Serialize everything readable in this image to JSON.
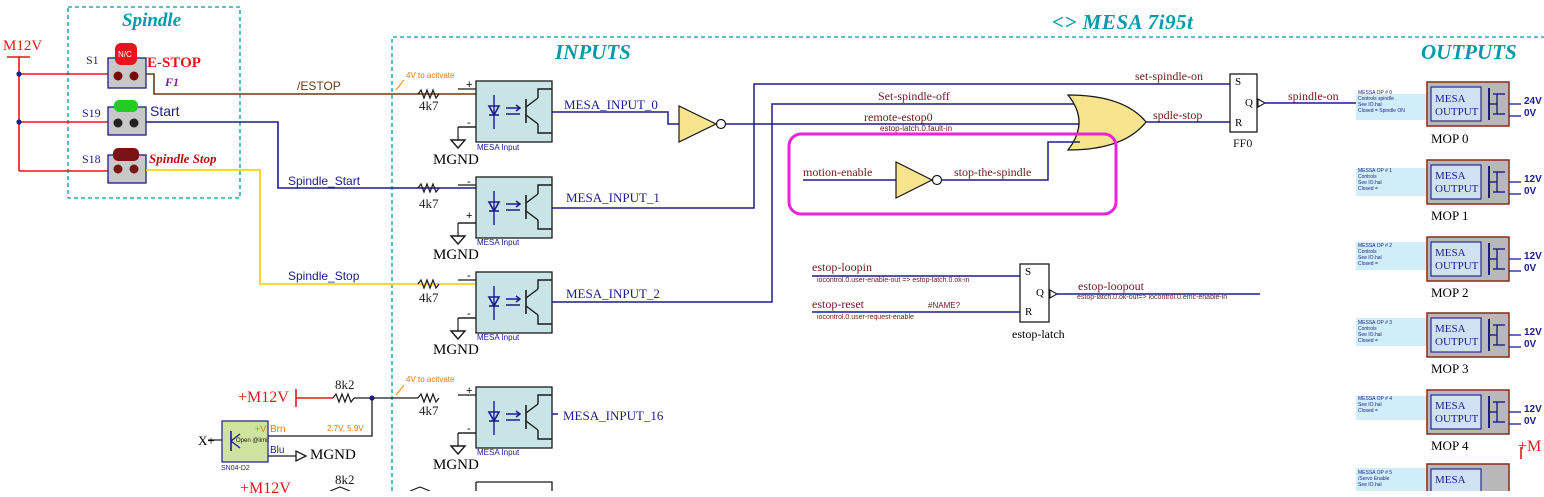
{
  "headings": {
    "spindle": "Spindle",
    "mesa": "<> MESA 7i95t",
    "inputs": "INPUTS",
    "outputs": "OUTPUTS"
  },
  "power": {
    "m12v": "M12V",
    "plus_m12v": "+M12V",
    "plus_m12v_2": "+M12V",
    "plus_m_partial": "+M"
  },
  "switches": {
    "s1": "S1",
    "s1_badge": "N/C",
    "s19": "S19",
    "s18": "S18",
    "estop_label": "E-STOP",
    "f1": "F1",
    "start_label": "Start",
    "spindle_stop_label": "Spindle Stop"
  },
  "nets": {
    "estop": "/ESTOP",
    "spindle_start": "Spindle_Start",
    "spindle_stop": "Spindle_Stop",
    "note_activate_1": "4V to acitvate",
    "note_activate_2": "4V to acitvate",
    "note_27v": "2.7V, 5.9V"
  },
  "resistors": {
    "r1": "4k7",
    "r2": "4k7",
    "r3": "4k7",
    "r4": "4k7",
    "r_8k2": "8k2",
    "r_8k2_b": "8k2"
  },
  "optos": {
    "caption": "MESA Input",
    "mgnd": "MGND",
    "plus": "+",
    "minus": "-",
    "signals": [
      "MESA_INPUT_0",
      "MESA_INPUT_1",
      "MESA_INPUT_2",
      "MESA_INPUT_16"
    ]
  },
  "sensor": {
    "xplus": "X+",
    "v_plus": "+V",
    "brn": "Brn",
    "blu": "Blu",
    "inner": "Open @limit",
    "part": "SN04-D2",
    "mgnd": "MGND"
  },
  "logic": {
    "set_spindle_on": "set-spindle-on",
    "set_spindle_off": "Set-spindle-off",
    "remote_estop0": "remote-estop0",
    "estop_fault": "estop-latch.0.fault-in",
    "spdle_stop": "spdle-stop",
    "spindle_on": "spindle-on",
    "ff0": "FF0",
    "s": "S",
    "q": "Q",
    "r": "R",
    "motion_enable": "motion-enable",
    "stop_the_spindle": "stop-the-spindle",
    "estop_loopin": "estop-loopin",
    "loopin_note": "iocontrol.0.user-enable-out => estop-latch.0.ok-in",
    "estop_reset": "estop-reset",
    "name_err": "#NAME?",
    "reset_note": "iocontrol.0.user-request-enable",
    "estop_loopout": "estop-loopout",
    "loopout_note": "estop-latch.0.ok-out=> iocontrol.0.emc-enable-in",
    "estop_latch": "estop-latch"
  },
  "outputs": {
    "box_line1": "MESA",
    "box_line2": "OUTPUT",
    "items": [
      {
        "label": "MOP 0",
        "volt1": "24V",
        "volt2": "0V",
        "note": [
          "MESSA OP # 0",
          "Controls spindle",
          "See IO.hal",
          "Closed = Spindle ON"
        ]
      },
      {
        "label": "MOP 1",
        "volt1": "12V",
        "volt2": "0V",
        "note": [
          "MESSA OP # 1",
          "Controls",
          "See IO.hal",
          "Closed ="
        ]
      },
      {
        "label": "MOP 2",
        "volt1": "12V",
        "volt2": "0V",
        "note": [
          "MESSA OP # 2",
          "Controls",
          "See IO.hal",
          "Closed ="
        ]
      },
      {
        "label": "MOP 3",
        "volt1": "12V",
        "volt2": "0V",
        "note": [
          "MESSA OP # 3",
          "Controls",
          "See IO.hal",
          "Closed ="
        ]
      },
      {
        "label": "MOP 4",
        "volt1": "12V",
        "volt2": "0V",
        "note": [
          "MESSA OP # 4",
          "See IO.hal",
          "Closed ="
        ]
      },
      {
        "label": "",
        "volt1": "",
        "volt2": "",
        "note": [
          "MESSA OP # 5",
          "/Servo Enable",
          "See IO.hal"
        ]
      }
    ]
  },
  "colors": {
    "red": "#e8141b",
    "blue": "#1c1c8c",
    "brown": "#6b3a17",
    "yellow": "#ffd21a",
    "teal": "#009aa8",
    "magenta": "#ee22dd",
    "opto_fill": "#c9e4e6",
    "note_fill": "#cfeef8",
    "gate_fill": "#f6e48e",
    "box_brown": "#8a2a1a"
  }
}
